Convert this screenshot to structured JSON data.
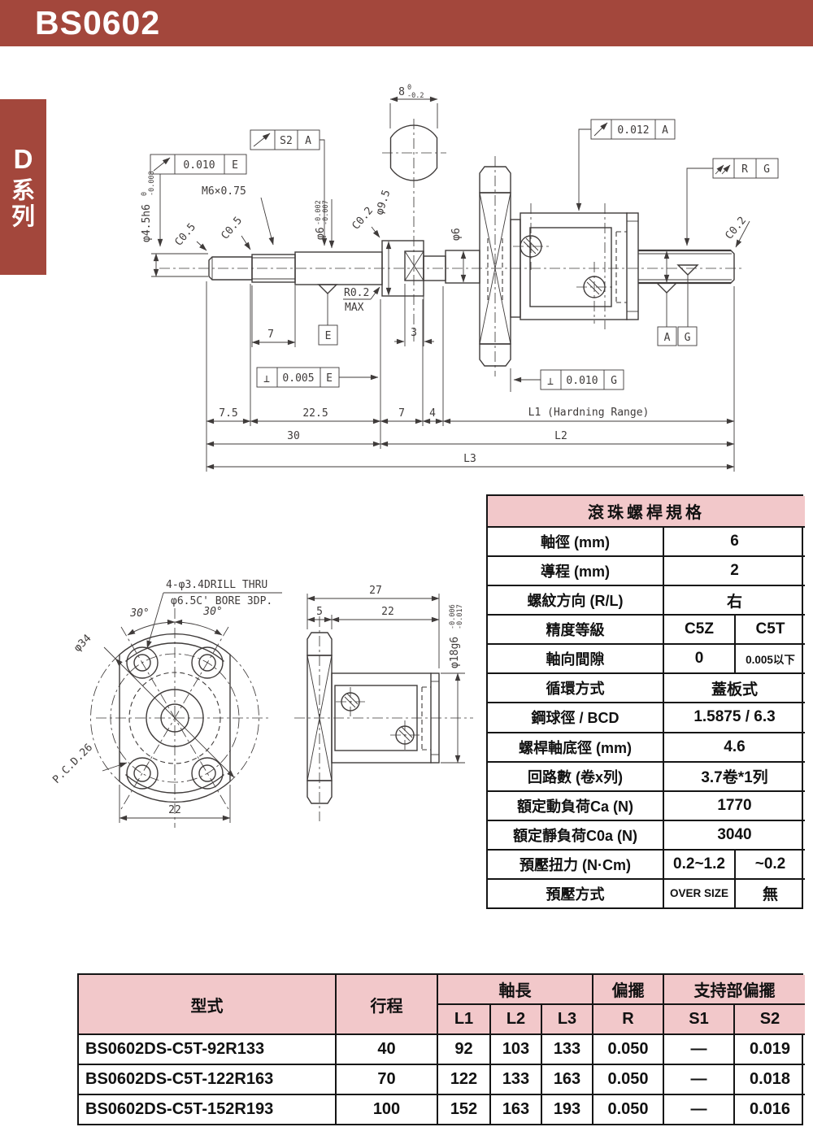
{
  "banner": {
    "title": "BS0602"
  },
  "side_tab": {
    "l1": "D",
    "l2": "系",
    "l3": "列"
  },
  "td": {
    "s2_val": "S2",
    "s2_datum": "A",
    "f1_val": "0.010",
    "f1_datum": "E",
    "f2_val": "0.012",
    "f2_datum": "A",
    "rg_val": "R",
    "rg_datum": "G",
    "p1_sym": "⊥",
    "p1_val": "0.005",
    "p1_datum": "E",
    "p2_sym": "⊥",
    "p2_val": "0.010",
    "p2_datum": "G",
    "m6": "M6×0.75",
    "dia45": "φ4.5h6",
    "dia45_tu": "0",
    "dia45_tl": "-0.008",
    "c05a": "C0.5",
    "c05b": "C0.5",
    "dia6t": "φ6",
    "dia6t_tu": "-0.002",
    "dia6t_tl": "-0.007",
    "d8": "8",
    "d8_tu": "0",
    "d8_tl": "-0.2",
    "c02a": "C0.2",
    "dia95": "φ9.5",
    "dia6": "φ6",
    "r02": "R0.2",
    "max": "MAX",
    "de": "E",
    "da": "A",
    "dg": "G",
    "c02b": "C0.2",
    "d7a": "7",
    "d3": "3",
    "d75": "7.5",
    "d225": "22.5",
    "d30": "30",
    "d7b": "7",
    "d4": "4",
    "l1": "L1 (Hardning Range)",
    "l2": "L2",
    "l3": "L3"
  },
  "bd": {
    "note1": "4-φ3.4DRILL THRU",
    "note2": "φ6.5C' BORE 3DP.",
    "a30l": "30°",
    "a30r": "30°",
    "dia34": "φ34",
    "pcd": "P.C.D.26",
    "d22": "22",
    "d27": "27",
    "d5": "5",
    "d22b": "22",
    "dia18": "φ18g6",
    "dia18_tu": "-0.006",
    "dia18_tl": "-0.017"
  },
  "spec": {
    "title": "滾珠螺桿規格",
    "rows": [
      {
        "label": "軸徑 (mm)",
        "value": "6"
      },
      {
        "label": "導程 (mm)",
        "value": "2"
      },
      {
        "label": "螺紋方向 (R/L)",
        "value": "右"
      },
      {
        "label": "精度等級",
        "v1": "C5Z",
        "v2": "C5T"
      },
      {
        "label": "軸向間隙",
        "v1": "0",
        "v2": "0.005以下"
      },
      {
        "label": "循環方式",
        "value": "蓋板式"
      },
      {
        "label": "鋼球徑 / BCD",
        "value": "1.5875 / 6.3"
      },
      {
        "label": "螺桿軸底徑 (mm)",
        "value": "4.6"
      },
      {
        "label": "回路數 (卷x列)",
        "value": "3.7卷*1列"
      },
      {
        "label": "額定動負荷Ca (N)",
        "value": "1770"
      },
      {
        "label": "額定靜負荷C0a (N)",
        "value": "3040"
      },
      {
        "label": "預壓扭力 (N·Cm)",
        "v1": "0.2~1.2",
        "v2": "~0.2"
      },
      {
        "label": "預壓方式",
        "v1": "OVER SIZE",
        "v2": "無"
      }
    ]
  },
  "model": {
    "h_model": "型式",
    "h_stroke": "行程",
    "h_axis": "軸長",
    "h_runout": "偏擺",
    "h_support": "支持部偏擺",
    "h_l1": "L1",
    "h_l2": "L2",
    "h_l3": "L3",
    "h_r": "R",
    "h_s1": "S1",
    "h_s2": "S2",
    "rows": [
      {
        "model": "BS0602DS-C5T-92R133",
        "stroke": "40",
        "l1": "92",
        "l2": "103",
        "l3": "133",
        "r": "0.050",
        "s1": "—",
        "s2": "0.019"
      },
      {
        "model": "BS0602DS-C5T-122R163",
        "stroke": "70",
        "l1": "122",
        "l2": "133",
        "l3": "163",
        "r": "0.050",
        "s1": "—",
        "s2": "0.018"
      },
      {
        "model": "BS0602DS-C5T-152R193",
        "stroke": "100",
        "l1": "152",
        "l2": "163",
        "l3": "193",
        "r": "0.050",
        "s1": "—",
        "s2": "0.016"
      }
    ]
  },
  "colors": {
    "brand_red": "#a3473c",
    "header_pink": "#f2c8ca",
    "line": "#3f3b3a"
  }
}
